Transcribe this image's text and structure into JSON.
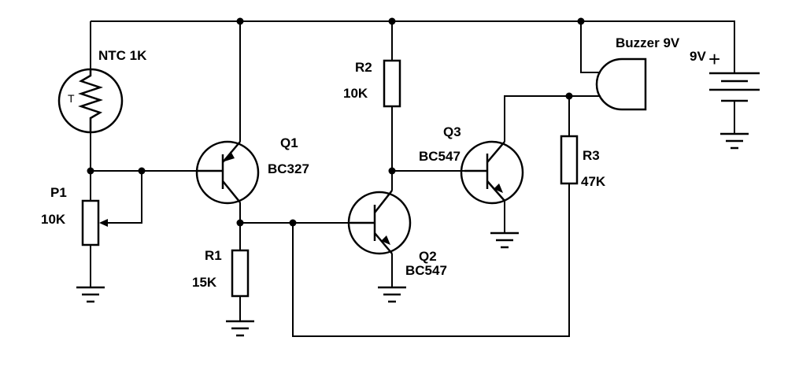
{
  "components": {
    "ntc": {
      "name": "NTC 1K",
      "symbol": "T"
    },
    "p1": {
      "ref": "P1",
      "value": "10K"
    },
    "q1": {
      "ref": "Q1",
      "part": "BC327"
    },
    "r1": {
      "ref": "R1",
      "value": "15K"
    },
    "r2": {
      "ref": "R2",
      "value": "10K"
    },
    "q2": {
      "ref": "Q2",
      "part": "BC547"
    },
    "q3": {
      "ref": "Q3",
      "part": "BC547"
    },
    "r3": {
      "ref": "R3",
      "value": "47K"
    },
    "buzzer": {
      "name": "Buzzer 9V"
    },
    "battery": {
      "value": "9V",
      "plus": "+"
    }
  }
}
